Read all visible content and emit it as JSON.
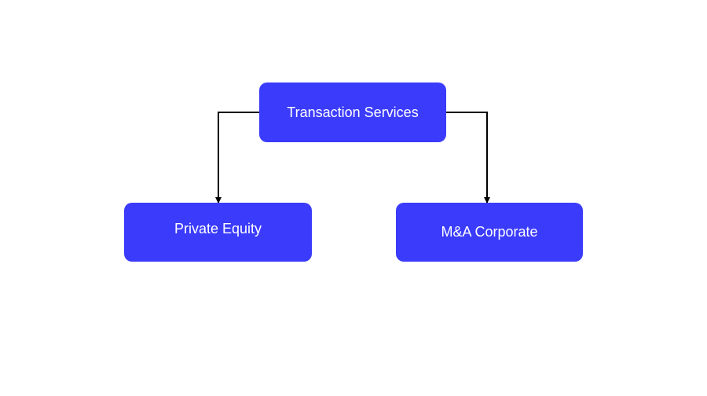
{
  "diagram": {
    "nodes": [
      {
        "id": "root",
        "label": "Transaction Services"
      },
      {
        "id": "left",
        "label": "Private Equity"
      },
      {
        "id": "right",
        "label": "M&A Corporate"
      }
    ],
    "edges": [
      {
        "from": "root",
        "to": "left"
      },
      {
        "from": "root",
        "to": "right"
      }
    ],
    "colors": {
      "node_fill": "#3b3bfb",
      "node_text": "#ffffff",
      "connector": "#000000"
    }
  }
}
